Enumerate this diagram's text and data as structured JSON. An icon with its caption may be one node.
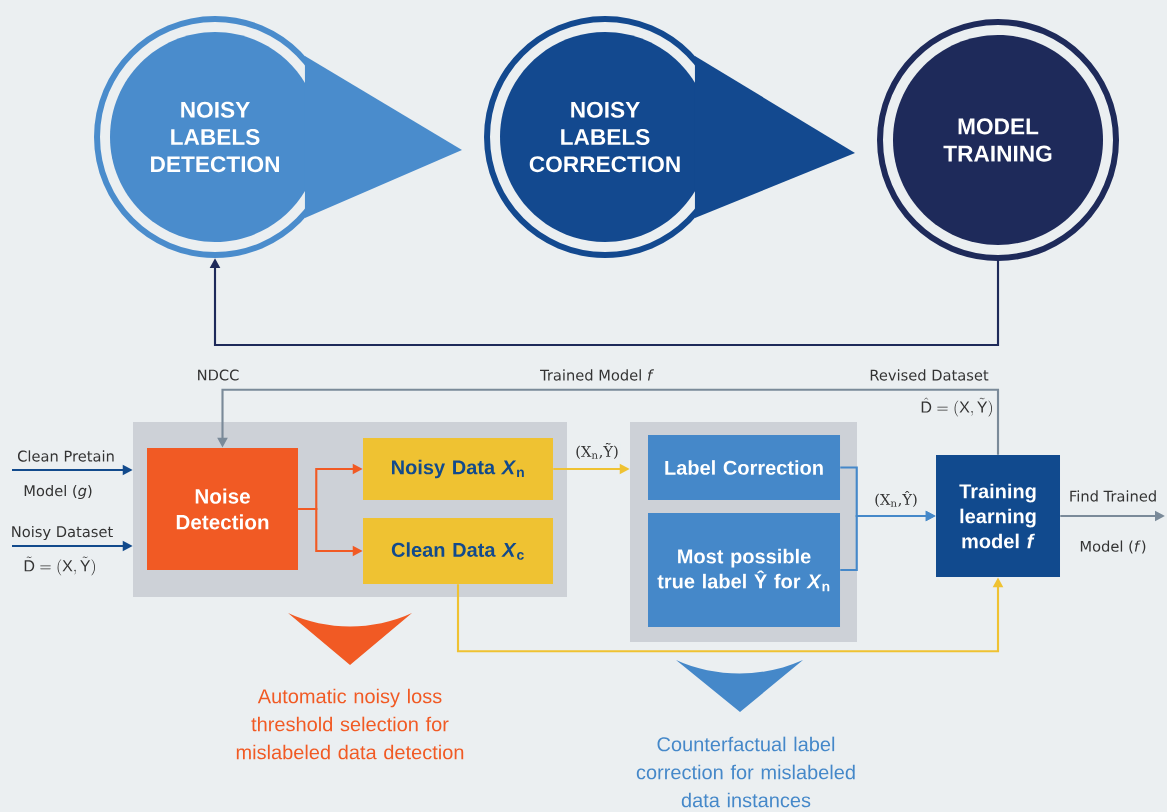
{
  "diagram": {
    "nodes": [
      {
        "text": [
          "NOISY LABELS DETECTION"
        ]
      },
      {
        "text": [
          "NOISY LABELS CORRECTION"
        ]
      },
      {
        "text": [
          "MODEL TRAINING"
        ]
      },
      {
        "text": [],
        "shape": "box"
      },
      {
        "text": [
          "Noise Detection"
        ],
        "in": 3
      },
      {
        "text": [
          "Noisy Data *X*$_{n}$"
        ],
        "in": 3
      },
      {
        "text": [
          "Clean Data *X*$_{c}$"
        ],
        "in": 3
      },
      {
        "text": [],
        "shape": "box"
      },
      {
        "text": [
          "Label Correction"
        ],
        "in": 7
      },
      {
        "text": [
          "Most possible true label Ŷ for *X*$_{n}$"
        ],
        "in": 7
      },
      {
        "text": [
          "Training learning model *f*"
        ]
      },
      {
        "text": [],
        "shape": "chevron",
        "beside": [
          "Automatic noisy loss threshold selection for mislabeled data detection"
        ]
      },
      {
        "text": [],
        "shape": "chevron",
        "beside": [
          "Counterfactual label correction for mislabeled data instances"
        ]
      }
    ],
    "edges": [
      {
        "from": 0,
        "to": 1,
        "arrow": "to",
        "color": "#4a8ccc"
      },
      {
        "from": 1,
        "to": 2,
        "arrow": "to",
        "color": "#13498f"
      },
      {
        "from": 2,
        "to": 0,
        "arrow": "to",
        "color": "#1e2a5a"
      },
      {
        "from": null,
        "to": 3,
        "arrow": "to",
        "label": "Clean Pretain",
        "color": "#124a8c"
      },
      {
        "from": null,
        "to": 3,
        "arrow": "to",
        "label": "Noisy Dataset",
        "color": "#124a8c"
      },
      {
        "from": 4,
        "to": 5,
        "arrow": "to",
        "color": "#f15a24"
      },
      {
        "from": 4,
        "to": 6,
        "arrow": "to",
        "color": "#f15a24"
      },
      {
        "from": 5,
        "to": 7,
        "arrow": "to",
        "label": "(X$_{n}$,Ỹ)",
        "color": "#efc232"
      },
      {
        "from": 8,
        "to": 10,
        "arrow": "to",
        "label": "(X$_{n}$,Ŷ)",
        "color": "#4588c9"
      },
      {
        "from": 9,
        "to": 10,
        "arrow": "to",
        "color": "#4588c9"
      },
      {
        "from": 6,
        "to": 10,
        "arrow": "to",
        "color": "#efc232"
      },
      {
        "from": 10,
        "to": 4,
        "arrow": "to",
        "label": "Trained Model *f*",
        "color": "#7a8a99"
      },
      {
        "from": 10,
        "to": null,
        "arrow": "to",
        "label": "Find Trained",
        "color": "#7a8a99"
      }
    ],
    "labels": [
      "NDCC",
      "Revised Dataset",
      "\\hat{\\mathrm{D}}=(\\mathrm{X},\\tilde{\\mathrm{Y}})",
      "Model (*g*)",
      "\\tilde{\\mathrm{D}}=(\\mathrm{X},\\tilde{\\mathrm{Y}})",
      "Model (*f*)"
    ]
  }
}
